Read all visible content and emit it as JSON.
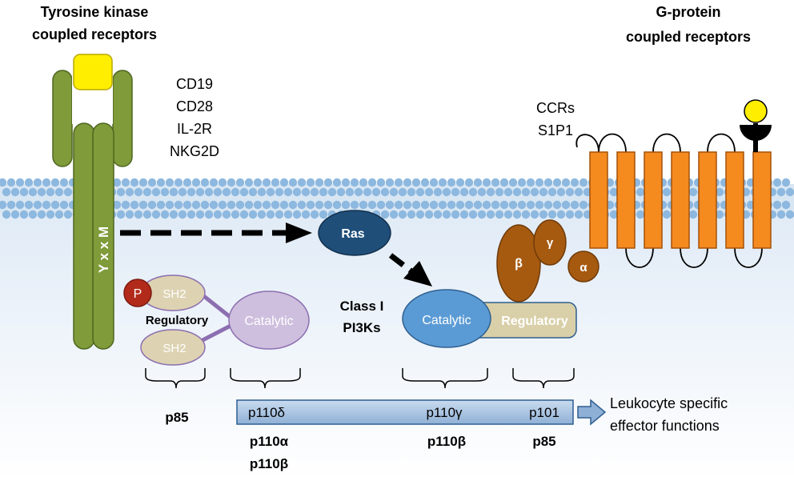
{
  "title_left": [
    "Tyrosine kinase",
    "coupled receptors"
  ],
  "title_right": [
    "G-protein",
    "coupled receptors"
  ],
  "tk_receptor_list": [
    "CD19",
    "CD28",
    "IL-2R",
    "NKG2D"
  ],
  "gpcr_list": [
    "CCRs",
    "S1P1"
  ],
  "motif": "Y x x M",
  "phospho": "P",
  "sh2_top": "SH2",
  "sh2_bottom": "SH2",
  "regulatory_left": "Regulatory",
  "catalytic_left": "Catalytic",
  "ras": "Ras",
  "class_label": [
    "Class I",
    "PI3Ks"
  ],
  "catalytic_right": "Catalytic",
  "regulatory_right": "Regulatory",
  "g_beta": "β",
  "g_gamma": "γ",
  "g_alpha": "α",
  "isoform_bar": {
    "p110delta": "p110δ",
    "p110gamma": "p110γ",
    "p101": "p101"
  },
  "below_labels": {
    "p85_left": "p85",
    "p110alpha": "p110α",
    "p110beta_left": "p110β",
    "p110beta_right": "p110β",
    "p85_right": "p85"
  },
  "output_label": [
    "Leukocyte specific",
    "effector functions"
  ],
  "colors": {
    "membrane_head": "#8db8df",
    "cytoplasm": "#e9f1f9",
    "tk_green": "#7f9b3a",
    "ligand_yellow": "#ffee00",
    "phospho_red": "#b22a1a",
    "sh2_tan": "#ddd3b2",
    "catalytic_purple": "#cfbfde",
    "ras_navy": "#1f4e79",
    "catalytic_blue": "#5b9bd5",
    "regulatory_tan": "#d9cfa8",
    "gprotein_brown": "#a65a10",
    "gpcr_orange": "#f58a1f",
    "bar_blue": "#a9c4e2"
  }
}
